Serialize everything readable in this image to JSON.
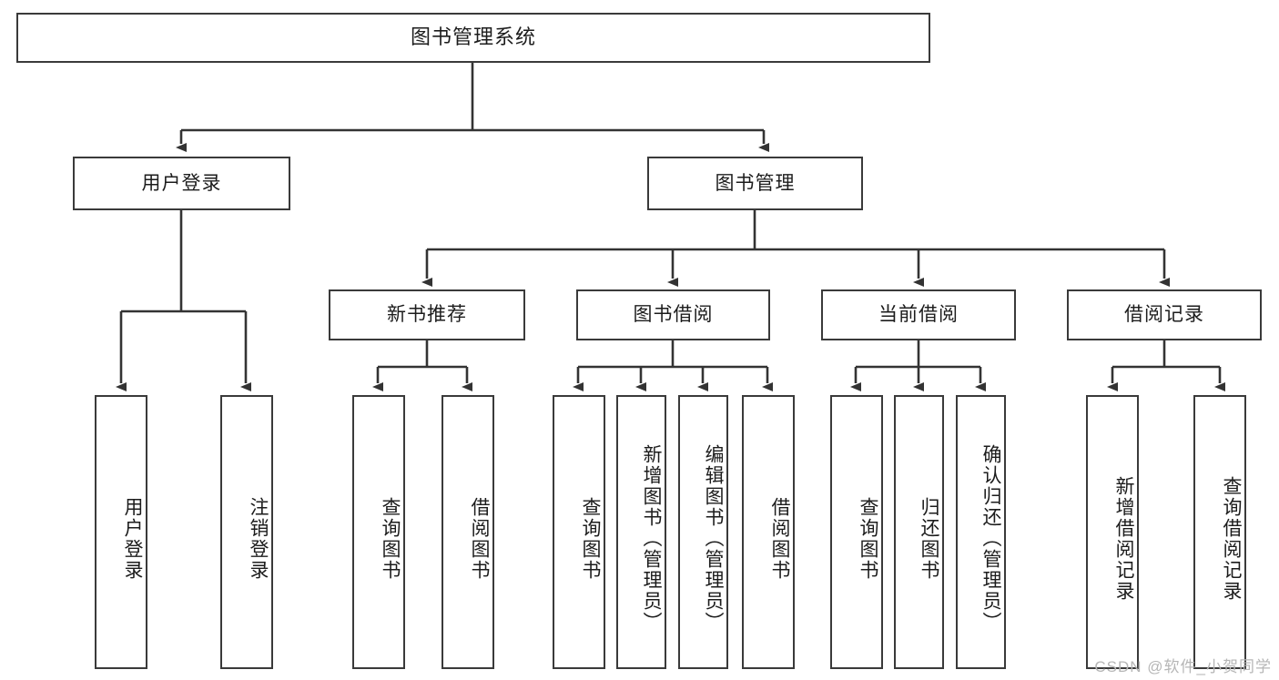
{
  "diagram": {
    "title": "图书管理系统",
    "type": "功能结构图",
    "colors": {
      "border": "#3a3a3a",
      "text": "#1c1c1c",
      "background": "#ffffff",
      "connector": "#333333",
      "watermark": "#b6b6b6"
    }
  },
  "root": {
    "label": "图书管理系统"
  },
  "level1": [
    {
      "label": "用户登录"
    },
    {
      "label": "图书管理"
    }
  ],
  "level2": [
    {
      "label": "新书推荐"
    },
    {
      "label": "图书借阅"
    },
    {
      "label": "当前借阅"
    },
    {
      "label": "借阅记录"
    }
  ],
  "leaves": {
    "user_login": [
      {
        "label": "用户登录"
      },
      {
        "label": "注销登录"
      }
    ],
    "new_book_recommend": [
      {
        "label": "查询图书"
      },
      {
        "label": "借阅图书"
      }
    ],
    "book_borrow": [
      {
        "label": "查询图书"
      },
      {
        "label": "新增图书（管理员）"
      },
      {
        "label": "编辑图书（管理员）"
      },
      {
        "label": "借阅图书"
      }
    ],
    "current_borrow": [
      {
        "label": "查询图书"
      },
      {
        "label": "归还图书"
      },
      {
        "label": "确认归还（管理员）"
      }
    ],
    "borrow_record": [
      {
        "label": "新增借阅记录"
      },
      {
        "label": "查询借阅记录"
      }
    ]
  },
  "watermark": {
    "text": "CSDN @软件_小贺同学"
  }
}
